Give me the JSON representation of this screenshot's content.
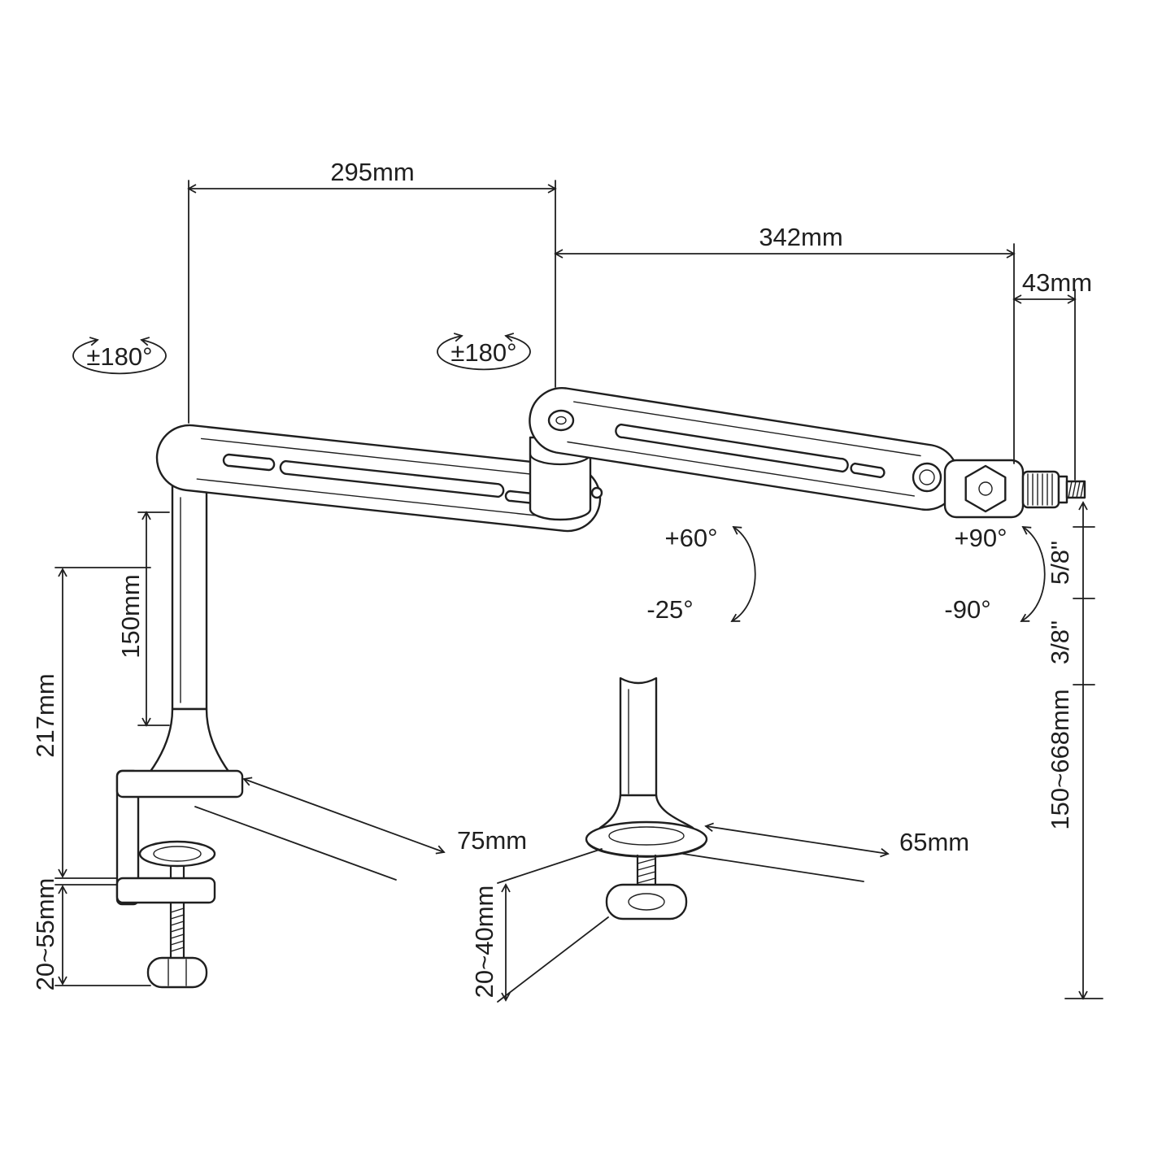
{
  "style": {
    "line_color": "#1f1f1f",
    "background": "#ffffff"
  },
  "drawing": {
    "top_dimensions": {
      "rear_arm_length": "295mm",
      "front_arm_length": "342mm",
      "tip_offset": "43mm"
    },
    "rotations": {
      "base_swivel": "±180°",
      "elbow_swivel": "±180°"
    },
    "tilts": {
      "arm_up": "+60°",
      "arm_down": "-25°",
      "head_up": "+90°",
      "head_down": "-90°"
    },
    "threads": {
      "outer": "5/8\"",
      "inner": "3/8\""
    },
    "heights": {
      "overall_range": "150~668mm",
      "pole_section": "150mm",
      "column_total": "217mm"
    },
    "clamp_mount": {
      "jaw_opening": "20~55mm",
      "base_depth": "75mm"
    },
    "grommet_mount": {
      "base_depth": "65mm",
      "jaw_opening": "20~40mm"
    }
  }
}
